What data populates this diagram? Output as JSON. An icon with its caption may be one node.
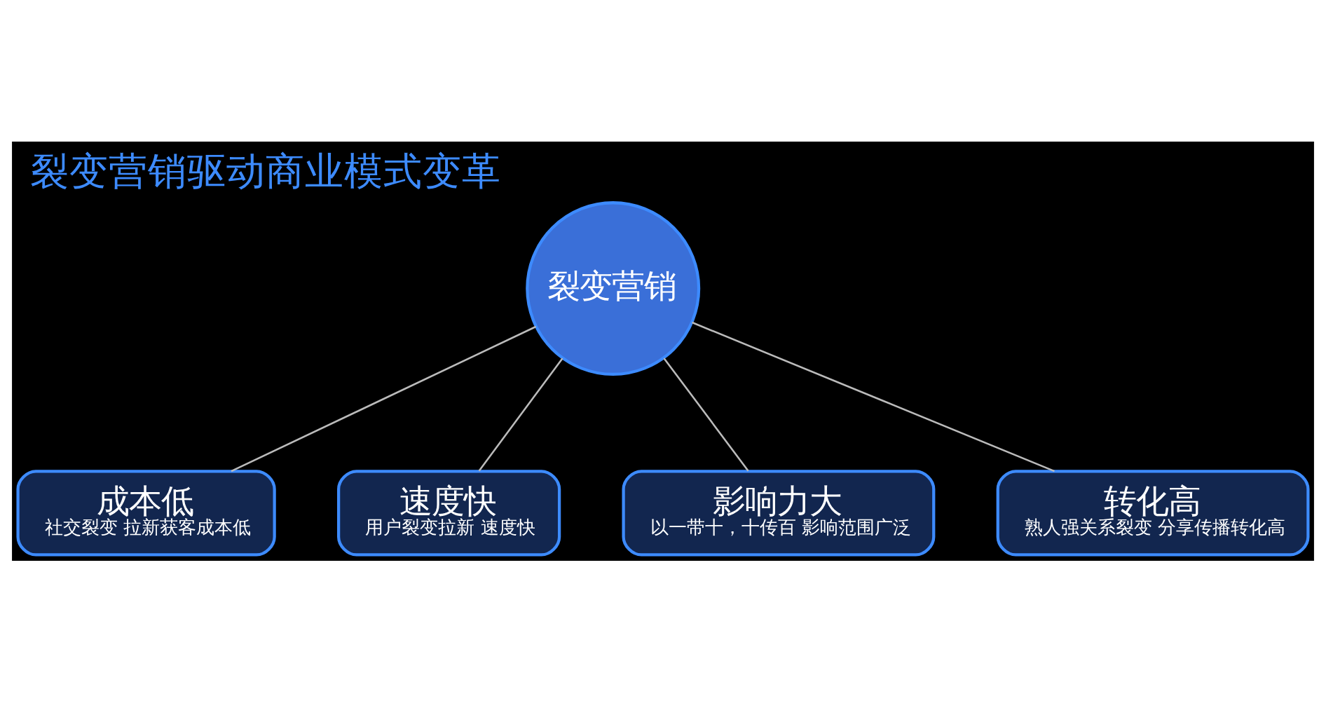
{
  "diagram": {
    "title": "裂变营销驱动商业模式变革",
    "nodes": [
      {
        "text": [
          "裂变营销"
        ]
      },
      {
        "text": [
          "成本低",
          "社交裂变 拉新获客成本低"
        ]
      },
      {
        "text": [
          "速度快",
          "用户裂变拉新 速度快"
        ]
      },
      {
        "text": [
          "影响力大",
          "以一带十，十传百 影响范围广泛"
        ]
      },
      {
        "text": [
          "转化高",
          "熟人强关系裂变 分享传播转化高"
        ]
      }
    ],
    "edges": [
      {
        "from": 0,
        "to": 1,
        "arrow": "none"
      },
      {
        "from": 0,
        "to": 2,
        "arrow": "none"
      },
      {
        "from": 0,
        "to": 3,
        "arrow": "none"
      },
      {
        "from": 0,
        "to": 4,
        "arrow": "none"
      }
    ]
  }
}
